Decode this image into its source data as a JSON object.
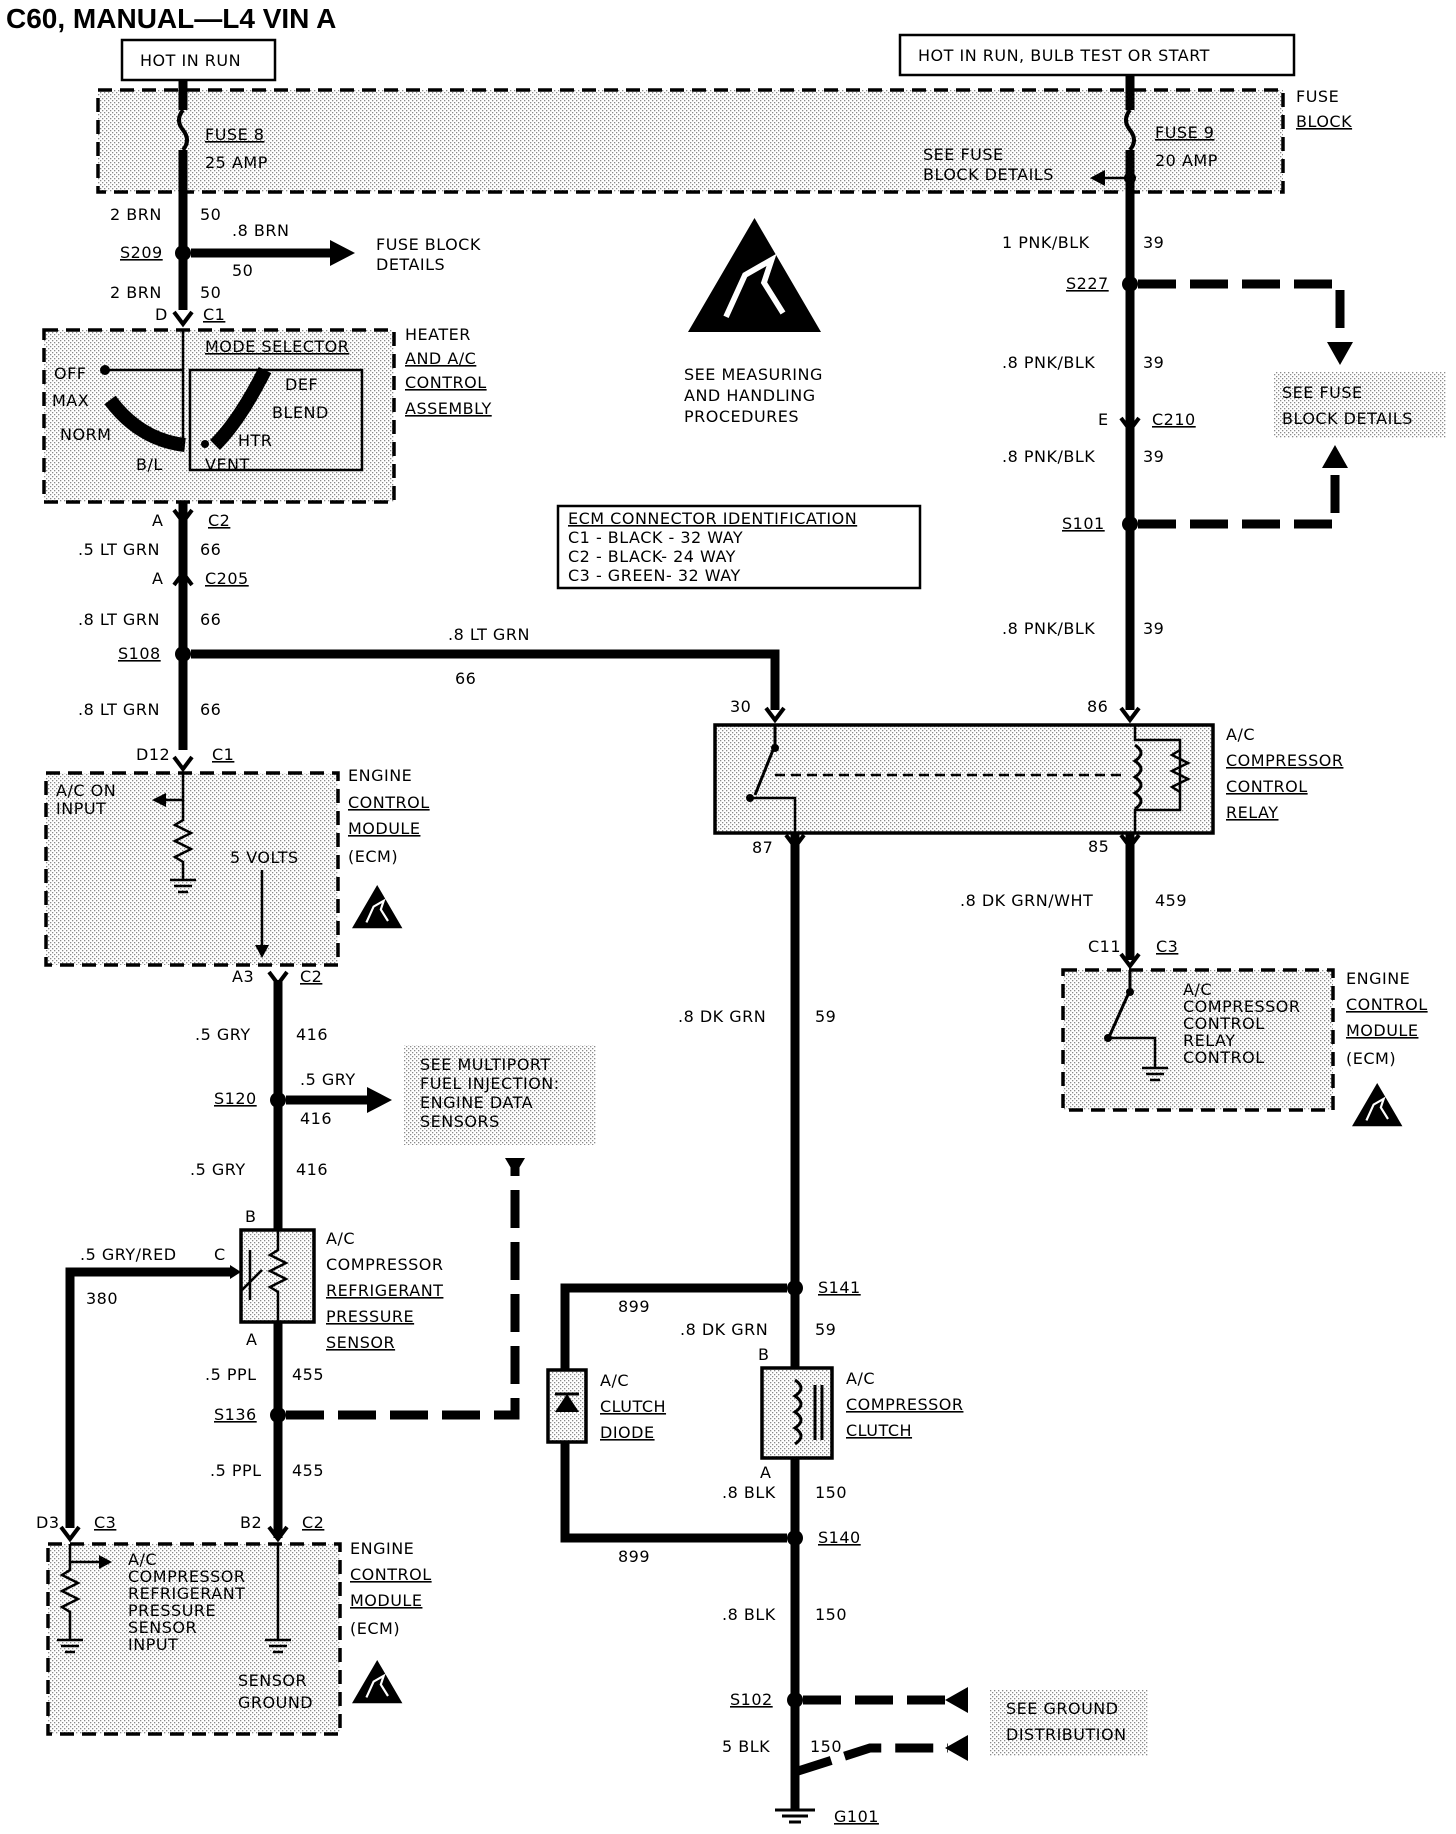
{
  "title": "C60, MANUAL—L4 VIN A",
  "power": {
    "hot_in_run": "HOT IN RUN",
    "hot_in_run_bulb": "HOT IN RUN, BULB TEST OR START"
  },
  "fuse_block": {
    "label1": "FUSE",
    "label2": "BLOCK",
    "fuse8_name": "FUSE 8",
    "fuse8_amp": "25 AMP",
    "fuse9_name": "FUSE 9",
    "fuse9_amp": "20 AMP",
    "see1": "SEE FUSE",
    "see2": "BLOCK DETAILS"
  },
  "left_column": {
    "w1_size": "2 BRN",
    "w1_num": "50",
    "s209": "S209",
    "branch_size": ".8 BRN",
    "branch_num": "50",
    "fbd1": "FUSE BLOCK",
    "fbd2": "DETAILS",
    "w2_size": "2 BRN",
    "w2_num": "50",
    "d_pin": "D",
    "c1": "C1",
    "hvac1": "HEATER",
    "hvac2": "AND A/C",
    "hvac3": "CONTROL",
    "hvac4": "ASSEMBLY",
    "mode_selector": "MODE SELECTOR",
    "off": "OFF",
    "max": "MAX",
    "norm": "NORM",
    "bl": "B/L",
    "def": "DEF",
    "blend": "BLEND",
    "htr": "HTR",
    "vent": "VENT",
    "a_pin": "A",
    "c2": "C2",
    "w3_size": ".5 LT GRN",
    "w3_num": "66",
    "a_pin2": "A",
    "c205": "C205",
    "w4_size": ".8 LT GRN",
    "w4_num": "66",
    "s108": "S108",
    "w5_size": ".8 LT GRN",
    "w5_num": "66",
    "d12": "D12",
    "c1b": "C1",
    "ecm_ac_on1": "A/C ON",
    "ecm_ac_on2": "INPUT",
    "five_volts": "5 VOLTS",
    "ecm1": "ENGINE",
    "ecm2": "CONTROL",
    "ecm3": "MODULE",
    "ecm4": "(ECM)",
    "a3": "A3",
    "c2b": "C2",
    "w6_size": ".5 GRY",
    "w6_num": "416",
    "s120": "S120",
    "branch2_size": ".5 GRY",
    "branch2_num": "416",
    "mpfi1": "SEE MULTIPORT",
    "mpfi2": "FUEL INJECTION:",
    "mpfi3": "ENGINE DATA",
    "mpfi4": "SENSORS",
    "w7_size": ".5 GRY",
    "w7_num": "416",
    "b_pin": "B",
    "sensor1": "A/C",
    "sensor2": "COMPRESSOR",
    "sensor3": "REFRIGERANT",
    "sensor4": "PRESSURE",
    "sensor5": "SENSOR",
    "gryred": ".5 GRY/RED",
    "c_pin": "C",
    "w380": "380",
    "a_pin3": "A",
    "w8_size": ".5 PPL",
    "w8_num": "455",
    "s136": "S136",
    "w9_size": ".5 PPL",
    "w9_num": "455",
    "d3": "D3",
    "c3": "C3",
    "b2": "B2",
    "c2c": "C2",
    "ecm_sensor1": "A/C",
    "ecm_sensor2": "COMPRESSOR",
    "ecm_sensor3": "REFRIGERANT",
    "ecm_sensor4": "PRESSURE",
    "ecm_sensor5": "SENSOR",
    "ecm_sensor6": "INPUT",
    "sensor_gnd1": "SENSOR",
    "sensor_gnd2": "GROUND",
    "ecmb1": "ENGINE",
    "ecmb2": "CONTROL",
    "ecmb3": "MODULE",
    "ecmb4": "(ECM)"
  },
  "center": {
    "esd1": "SEE MEASURING",
    "esd2": "AND HANDLING",
    "esd3": "PROCEDURES",
    "ecm_id_title": "ECM CONNECTOR IDENTIFICATION",
    "ecm_id_c1": "C1 - BLACK - 32 WAY",
    "ecm_id_c2": "C2 - BLACK- 24 WAY",
    "ecm_id_c3": "C3 - GREEN- 32 WAY",
    "ltgrn_size": ".8 LT GRN",
    "ltgrn_num": "66",
    "pin30": "30",
    "pin87": "87",
    "pin86": "86",
    "pin85": "85",
    "dkgrn_size": ".8 DK GRN",
    "dkgrn_num": "59",
    "s141": "S141",
    "w899a": "899",
    "dkgrn2_size": ".8 DK GRN",
    "dkgrn2_num": "59",
    "clutch_b": "B",
    "clutch_a": "A",
    "clutch1": "A/C",
    "clutch2": "COMPRESSOR",
    "clutch3": "CLUTCH",
    "diode1": "A/C",
    "diode2": "CLUTCH",
    "diode3": "DIODE",
    "blk1_size": ".8 BLK",
    "blk1_num": "150",
    "s140": "S140",
    "w899b": "899",
    "blk2_size": ".8 BLK",
    "blk2_num": "150",
    "s102": "S102",
    "blk3_size": "5 BLK",
    "blk3_num": "150",
    "g101": "G101",
    "gnd1": "SEE GROUND",
    "gnd2": "DISTRIBUTION"
  },
  "right_column": {
    "w1_size": "1 PNK/BLK",
    "w1_num": "39",
    "s227": "S227",
    "see1": "SEE FUSE",
    "see2": "BLOCK DETAILS",
    "w2_size": ".8 PNK/BLK",
    "w2_num": "39",
    "e_pin": "E",
    "c210": "C210",
    "w3_size": ".8 PNK/BLK",
    "w3_num": "39",
    "s101": "S101",
    "w4_size": ".8 PNK/BLK",
    "w4_num": "39",
    "relay1": "A/C",
    "relay2": "COMPRESSOR",
    "relay3": "CONTROL",
    "relay4": "RELAY",
    "w5_size": ".8 DK GRN/WHT",
    "w5_num": "459",
    "c11": "C11",
    "c3": "C3",
    "ecm_r1": "A/C",
    "ecm_r2": "COMPRESSOR",
    "ecm_r3": "CONTROL",
    "ecm_r4": "RELAY",
    "ecm_r5": "CONTROL",
    "ecm1": "ENGINE",
    "ecm2": "CONTROL",
    "ecm3": "MODULE",
    "ecm4": "(ECM)"
  }
}
